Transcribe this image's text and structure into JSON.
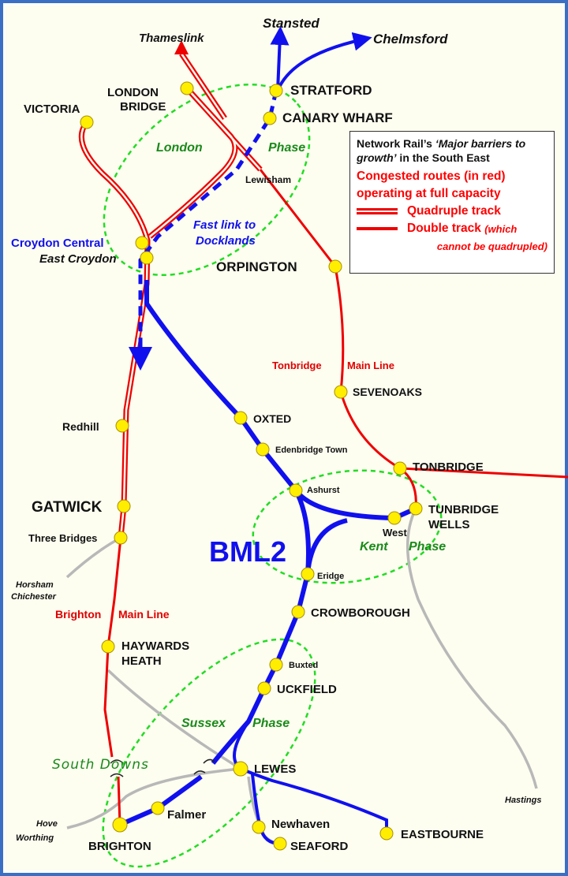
{
  "legend": {
    "heading_prefix": "Network Rail’s ",
    "heading_italic": "‘Major barriers to growth’",
    "heading_suffix": " in the South East",
    "congested": "Congested routes (in red) operating at full capacity",
    "quadruple": "Quadruple track",
    "double": "Double track",
    "double_note": "(which",
    "double_note2": "cannot be quadrupled)"
  },
  "destinations": {
    "stansted": "Stansted",
    "chelmsford": "Chelmsford",
    "thameslink": "Thameslink",
    "hastings": "Hastings",
    "horsham": "Horsham",
    "chichester": "Chichester",
    "hove": "Hove",
    "worthing": "Worthing"
  },
  "stations": {
    "stratford": "STRATFORD",
    "canary_wharf": "CANARY WHARF",
    "victoria": "VICTORIA",
    "london": "LONDON",
    "bridge": "BRIDGE",
    "lewisham": "Lewisham",
    "croydon_central": "Croydon Central",
    "east_croydon": "East Croydon",
    "orpington": "ORPINGTON",
    "sevenoaks": "SEVENOAKS",
    "tonbridge": "TONBRIDGE",
    "tunbridge": "TUNBRIDGE",
    "wells": "WELLS",
    "west": "West",
    "redhill": "Redhill",
    "oxted": "OXTED",
    "edenbridge_town": "Edenbridge Town",
    "ashurst": "Ashurst",
    "gatwick": "GATWICK",
    "three_bridges": "Three Bridges",
    "eridge": "Eridge",
    "crowborough": "CROWBOROUGH",
    "haywards": "HAYWARDS",
    "heath": "HEATH",
    "buxted": "Buxted",
    "uckfield": "UCKFIELD",
    "lewes": "LEWES",
    "falmer": "Falmer",
    "newhaven": "Newhaven",
    "seaford": "SEAFORD",
    "eastbourne": "EASTBOURNE",
    "brighton": "BRIGHTON"
  },
  "labels": {
    "london_phase_a": "London",
    "london_phase_b": "Phase",
    "fast_link_1": "Fast link to",
    "fast_link_2": "Docklands",
    "tonbridge_main_line_a": "Tonbridge",
    "tonbridge_main_line_b": "Main Line",
    "brighton_main_line_a": "Brighton",
    "brighton_main_line_b": "Main Line",
    "bml2": "BML2",
    "kent": "Kent",
    "kent_phase": "Phase",
    "sussex": "Sussex",
    "sussex_phase": "Phase",
    "south_downs": "South Downs"
  },
  "colors": {
    "congested": "#ee0000",
    "bml2": "#1010ee",
    "other": "#b8b8b8",
    "phase": "#22cc22",
    "station": "#ffee00",
    "background": "#fdfdf0",
    "frame": "#3b6fc4"
  }
}
